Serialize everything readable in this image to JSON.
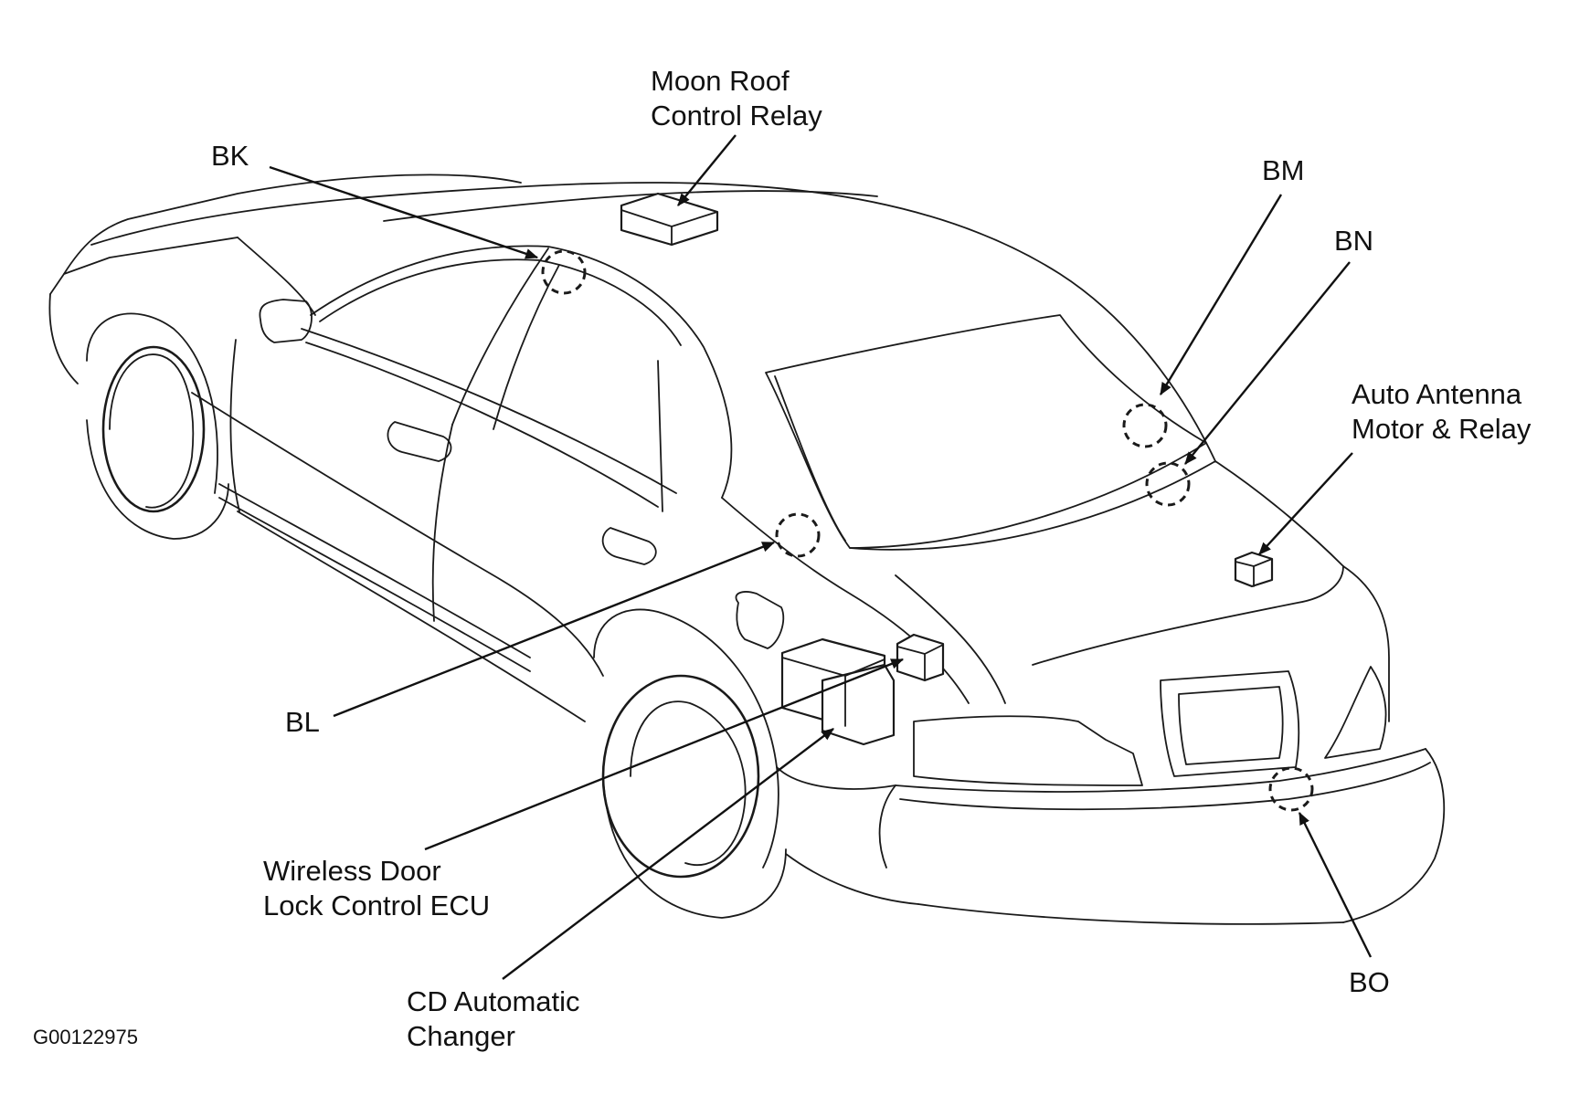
{
  "labels": {
    "moon_roof_relay": [
      "Moon Roof",
      "Control Relay"
    ],
    "bk": "BK",
    "bm": "BM",
    "bn": "BN",
    "auto_antenna": [
      "Auto Antenna",
      "Motor & Relay"
    ],
    "bl": "BL",
    "wireless_ecu": [
      "Wireless Door",
      "Lock Control ECU"
    ],
    "cd_changer": [
      "CD Automatic",
      "Changer"
    ],
    "bo": "BO"
  },
  "figure_id": "G00122975",
  "colors": {
    "line": "#1a1a1a",
    "background": "#ffffff"
  }
}
